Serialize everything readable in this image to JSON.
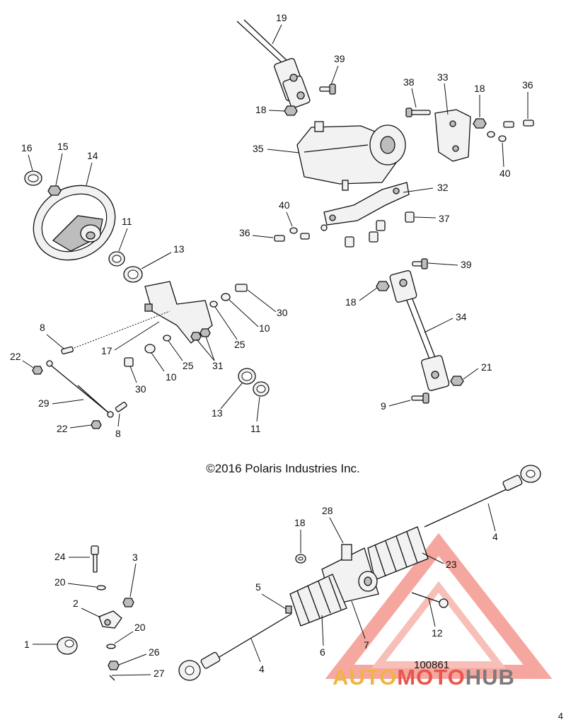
{
  "copyright": "©2016 Polaris Industries Inc.",
  "figure_id": "100861",
  "page_number": "4",
  "watermark": {
    "part1": "AUTO",
    "part2": "MOTO",
    "part3": "HUB"
  },
  "callouts": [
    {
      "id": "c19",
      "label": "19"
    },
    {
      "id": "c39a",
      "label": "39"
    },
    {
      "id": "c18a",
      "label": "18"
    },
    {
      "id": "c38",
      "label": "38"
    },
    {
      "id": "c33",
      "label": "33"
    },
    {
      "id": "c18b",
      "label": "18"
    },
    {
      "id": "c36a",
      "label": "36"
    },
    {
      "id": "c35",
      "label": "35"
    },
    {
      "id": "c40a",
      "label": "40"
    },
    {
      "id": "c32",
      "label": "32"
    },
    {
      "id": "c40b",
      "label": "40"
    },
    {
      "id": "c37",
      "label": "37"
    },
    {
      "id": "c36b",
      "label": "36"
    },
    {
      "id": "c16",
      "label": "16"
    },
    {
      "id": "c15",
      "label": "15"
    },
    {
      "id": "c14",
      "label": "14"
    },
    {
      "id": "c11a",
      "label": "11"
    },
    {
      "id": "c13a",
      "label": "13"
    },
    {
      "id": "c39b",
      "label": "39"
    },
    {
      "id": "c18c",
      "label": "18"
    },
    {
      "id": "c34",
      "label": "34"
    },
    {
      "id": "c30a",
      "label": "30"
    },
    {
      "id": "c10a",
      "label": "10"
    },
    {
      "id": "c25a",
      "label": "25"
    },
    {
      "id": "c8a",
      "label": "8"
    },
    {
      "id": "c17",
      "label": "17"
    },
    {
      "id": "c25b",
      "label": "25"
    },
    {
      "id": "c31",
      "label": "31"
    },
    {
      "id": "c22a",
      "label": "22"
    },
    {
      "id": "c30b",
      "label": "30"
    },
    {
      "id": "c10b",
      "label": "10"
    },
    {
      "id": "c21",
      "label": "21"
    },
    {
      "id": "c29",
      "label": "29"
    },
    {
      "id": "c9",
      "label": "9"
    },
    {
      "id": "c13b",
      "label": "13"
    },
    {
      "id": "c11b",
      "label": "11"
    },
    {
      "id": "c22b",
      "label": "22"
    },
    {
      "id": "c8b",
      "label": "8"
    },
    {
      "id": "c4a",
      "label": "4"
    },
    {
      "id": "c28",
      "label": "28"
    },
    {
      "id": "c18d",
      "label": "18"
    },
    {
      "id": "c24",
      "label": "24"
    },
    {
      "id": "c3",
      "label": "3"
    },
    {
      "id": "c23",
      "label": "23"
    },
    {
      "id": "c20a",
      "label": "20"
    },
    {
      "id": "c5",
      "label": "5"
    },
    {
      "id": "c2",
      "label": "2"
    },
    {
      "id": "c12",
      "label": "12"
    },
    {
      "id": "c20b",
      "label": "20"
    },
    {
      "id": "c1",
      "label": "1"
    },
    {
      "id": "c6",
      "label": "6"
    },
    {
      "id": "c7",
      "label": "7"
    },
    {
      "id": "c26",
      "label": "26"
    },
    {
      "id": "c27",
      "label": "27"
    },
    {
      "id": "c4b",
      "label": "4"
    }
  ]
}
